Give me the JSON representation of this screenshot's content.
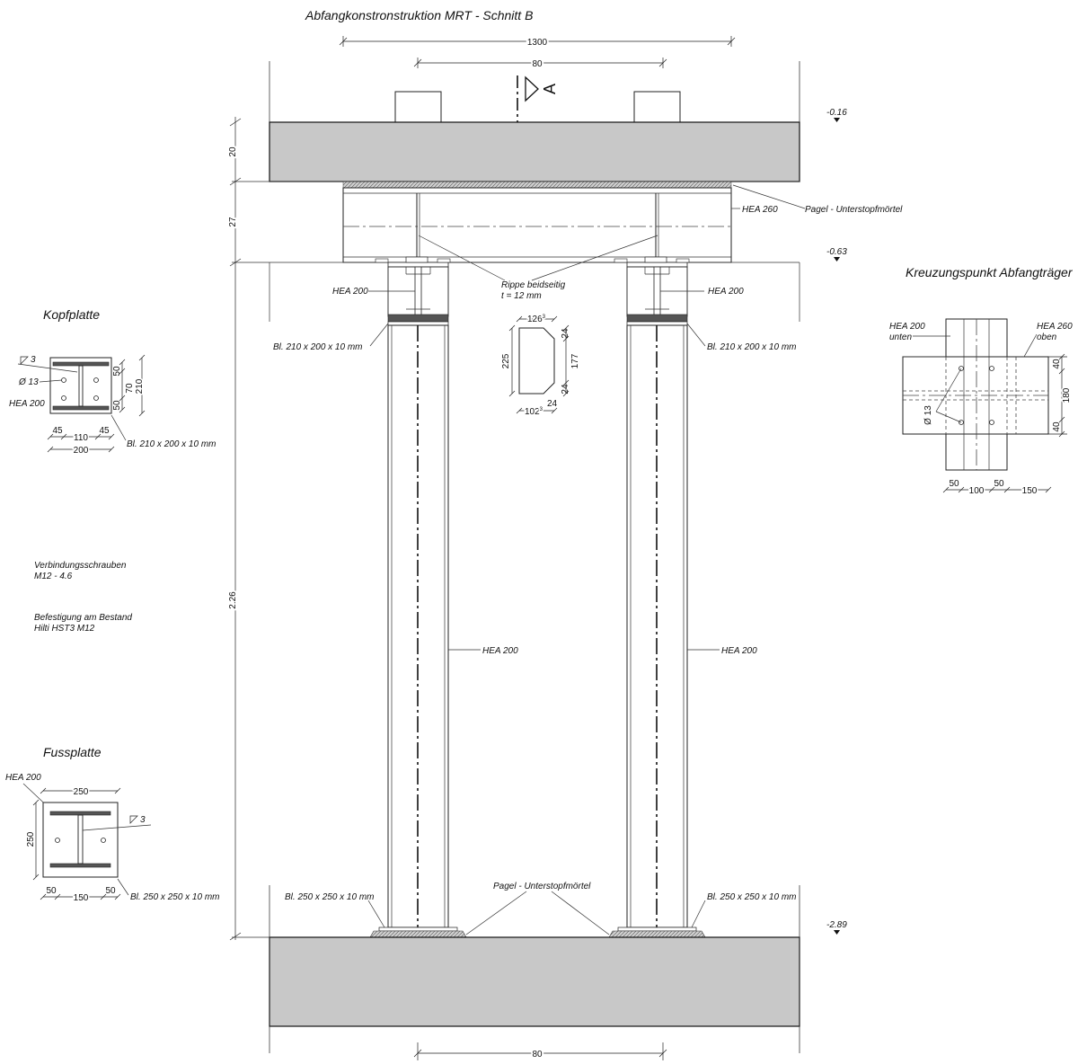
{
  "title": "Abfangkonstronstruktion MRT - Schnitt B",
  "section_marker": "A",
  "dimensions": {
    "top_width": "1300",
    "top_inner": "80",
    "bottom_inner": "80",
    "vert_slab_top": "20",
    "vert_beam": "27",
    "vert_column": "2.26"
  },
  "levels": {
    "top": "-0.16",
    "mid": "-0.63",
    "bottom": "-2.89"
  },
  "labels": {
    "hea260": "HEA 260",
    "pagel_top": "Pagel  - Unterstopfmörtel",
    "pagel_bottom": "Pagel  - Unterstopfmörtel",
    "rib_line1": "Rippe beidseitig",
    "rib_line2": "t = 12 mm",
    "hea200_left_top": "HEA 200",
    "hea200_right_top": "HEA 200",
    "plate_left_top": "Bl. 210 x 200 x 10 mm",
    "plate_right_top": "Bl. 210 x 200 x 10 mm",
    "hea200_left_mid": "HEA 200",
    "hea200_right_mid": "HEA 200",
    "plate_left_bottom": "Bl. 250 x 250 x 10 mm",
    "plate_right_bottom": "Bl. 250 x 250 x 10 mm"
  },
  "rib_detail": {
    "top": "126",
    "top_sup": "3",
    "bottom": "102",
    "bottom_sup": "3",
    "height": "225",
    "r_top": "24",
    "r_mid": "177",
    "r_bot": "24",
    "b_small": "24"
  },
  "kopfplatte": {
    "title": "Kopfplatte",
    "weld": "3",
    "hole": "Ø 13",
    "profile": "HEA 200",
    "d50a": "50",
    "d70": "70",
    "d50b": "50",
    "d210": "210",
    "d45a": "45",
    "d45b": "45",
    "d110": "110",
    "d200": "200",
    "plate": "Bl. 210 x 200 x 10 mm"
  },
  "notes": {
    "bolts_line1": "Verbindungsschrauben",
    "bolts_line2": "M12 - 4.6",
    "anchor_line1": "Befestigung am Bestand",
    "anchor_line2": "Hilti HST3  M12"
  },
  "fussplatte": {
    "title": "Fussplatte",
    "profile": "HEA 200",
    "d250top": "250",
    "d250side": "250",
    "weld": "3",
    "d50a": "50",
    "d150": "150",
    "d50b": "50",
    "plate": "Bl. 250 x 250 x 10 mm"
  },
  "kreuzung": {
    "title": "Kreuzungspunkt Abfangträger",
    "hea200_line1": "HEA 200",
    "hea200_line2": "unten",
    "hea260_line1": "HEA 260",
    "hea260_line2": "oben",
    "d40a": "40",
    "d180": "180",
    "d40b": "40",
    "hole": "Ø 13",
    "d50a": "50",
    "d100": "100",
    "d50b": "50",
    "d150": "150"
  }
}
